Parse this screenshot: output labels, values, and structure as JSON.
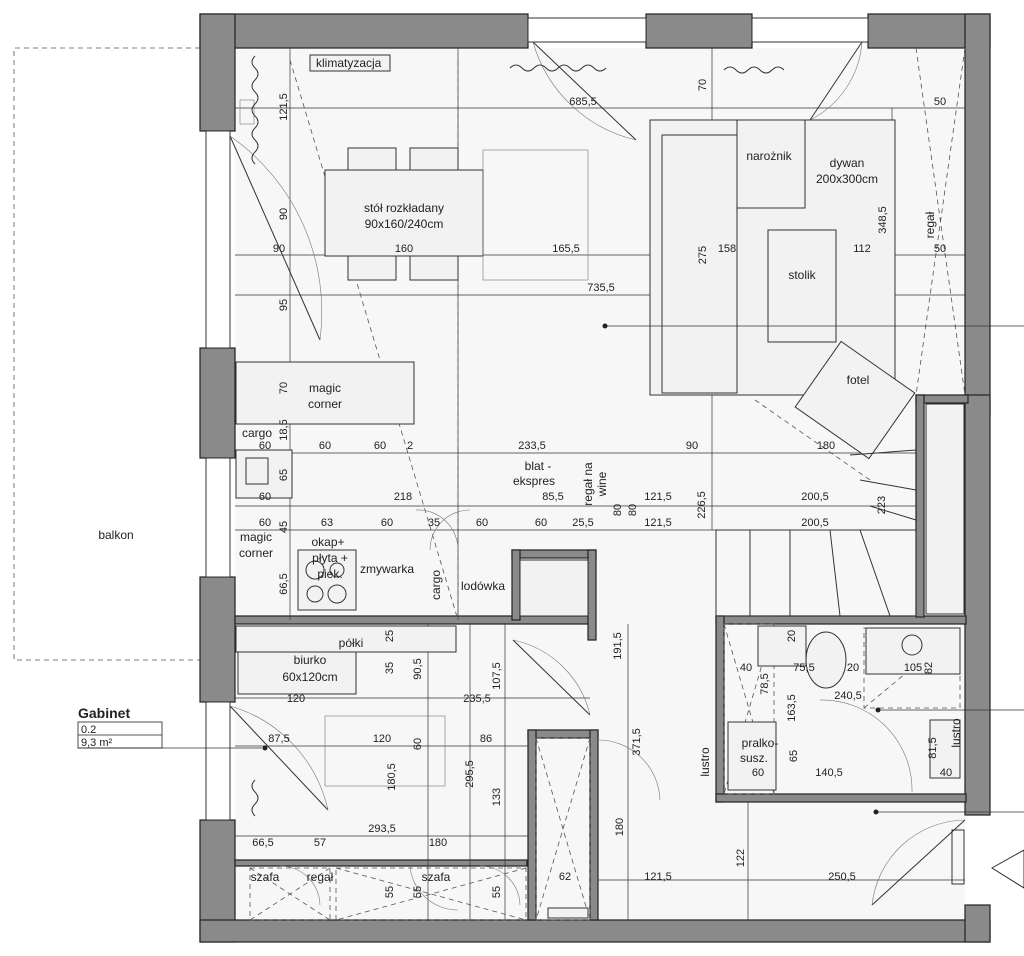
{
  "labels": {
    "klimatyzacja": "klimatyzacja",
    "table": [
      "stół rozkładany",
      "90x160/240cm"
    ],
    "naroznik": "narożnik",
    "dywan": [
      "dywan",
      "200x300cm"
    ],
    "stolik": "stolik",
    "regal_vertical": "regał",
    "magic_corner_top": [
      "magic",
      "corner"
    ],
    "fotel": "fotel",
    "cargo_top": "cargo",
    "blat": [
      "blat -",
      "ekspres"
    ],
    "regal_wine": [
      "regał na",
      "wine"
    ],
    "balkon": "balkon",
    "magic_corner_bottom": [
      "magic",
      "corner"
    ],
    "okap": [
      "okap+",
      "płyta +",
      "piek."
    ],
    "zmywarka": "zmywarka",
    "cargo_bottom": "cargo",
    "lodowka": "lodówka",
    "polki": "półki",
    "biurko": [
      "biurko",
      "60x120cm"
    ],
    "lustro_left": "lustro",
    "pralko": [
      "pralko-",
      "susz."
    ],
    "lustro_right": "lustro",
    "szafa_left": "szafa",
    "regal_bottom": "regał",
    "szafa_mid": "szafa"
  },
  "room_tag": {
    "name": "Gabinet",
    "number": "0.2",
    "area": "9,3 m²"
  },
  "dimensions": {
    "d685_5": "685,5",
    "d50_top": "50",
    "d70_top": "70",
    "d121_5_top": "121,5",
    "d90_left": "90",
    "d90_h": "90",
    "d160": "160",
    "d165_5": "165,5",
    "d275": "275",
    "d158": "158",
    "d112": "112",
    "d50_mid": "50",
    "d348_5": "348,5",
    "d95": "95",
    "d735_5": "735,5",
    "d70_mc": "70",
    "d18_5": "18,5",
    "d60_a": "60",
    "d60_b": "60",
    "d60_c": "60",
    "d2": "2",
    "d233_5": "233,5",
    "d90_row": "90",
    "d180_row": "180",
    "d65": "65",
    "d60_d": "60",
    "d218": "218",
    "d85_5": "85,5",
    "d121_5_r1": "121,5",
    "d200_5_r1": "200,5",
    "d226_5": "226,5",
    "d223": "223",
    "d80_a": "80",
    "d80_b": "80",
    "d60_e": "60",
    "d45": "45",
    "d63": "63",
    "d60_f": "60",
    "d35": "35",
    "d60_g": "60",
    "d60_h": "60",
    "d25_5": "25,5",
    "d121_5_r2": "121,5",
    "d200_5_r2": "200,5",
    "d66_5_v": "66,5",
    "d191_5": "191,5",
    "d25": "25",
    "d35_b": "35",
    "d90_5": "90,5",
    "d107_5": "107,5",
    "d120_a": "120",
    "d235_5": "235,5",
    "d87_5": "87,5",
    "d120_b": "120",
    "d60_i": "60",
    "d86": "86",
    "d371_5": "371,5",
    "d180_5": "180,5",
    "d295_5": "295,5",
    "d133": "133",
    "d293_5": "293,5",
    "d66_5_h": "66,5",
    "d57": "57",
    "d180_b": "180",
    "d180_v": "180",
    "d62": "62",
    "d121_5_bot": "121,5",
    "d122": "122",
    "d250_5": "250,5",
    "d55_a": "55",
    "d55_b": "55",
    "d55_c": "55",
    "d20_a": "20",
    "d40_a": "40",
    "d75_5": "75,5",
    "d20_b": "20",
    "d105": "105",
    "d82": "82",
    "d78_5": "78,5",
    "d163_5": "163,5",
    "d240_5": "240,5",
    "d65_b": "65",
    "d60_j": "60",
    "d140_5": "140,5",
    "d81_5": "81,5",
    "d40_b": "40"
  }
}
